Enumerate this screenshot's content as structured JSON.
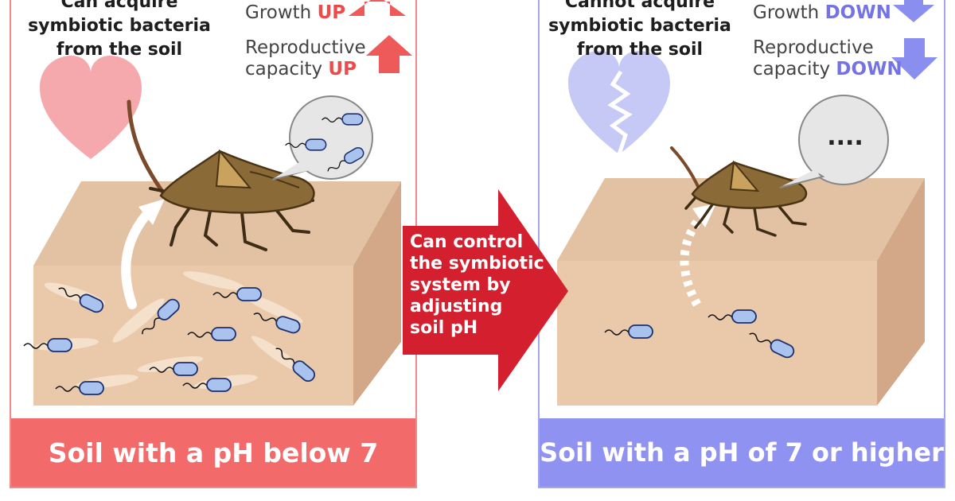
{
  "left_panel": {
    "title_lines": [
      "Can acquire",
      "symbiotic bacteria",
      "from the soil"
    ],
    "growth": {
      "label": "Growth",
      "status": "UP"
    },
    "reproduction": {
      "label_line1": "Reproductive",
      "label_line2": "capacity",
      "status": "UP"
    },
    "footer": "Soil with a pH below 7"
  },
  "right_panel": {
    "title_lines": [
      "Cannot acquire",
      "symbiotic bacteria",
      "from the soil"
    ],
    "growth": {
      "label": "Growth",
      "status": "DOWN"
    },
    "reproduction": {
      "label_line1": "Reproductive",
      "label_line2": "capacity",
      "status": "DOWN"
    },
    "speech_bubble": "....",
    "footer": "Soil with a pH of 7 or higher"
  },
  "center": {
    "lines": [
      "Can control",
      "the symbiotic",
      "system by",
      "adjusting",
      "soil pH"
    ]
  },
  "colors": {
    "left_accent": "#f36a6a",
    "right_accent": "#8f92f0",
    "center_arrow": "#d41f2f",
    "soil_top": "#e3c2a3",
    "soil_front": "#e9c9aa",
    "soil_side": "#d2a888",
    "bacterium": "#a9c3ee",
    "insect": "#8a6a36"
  }
}
